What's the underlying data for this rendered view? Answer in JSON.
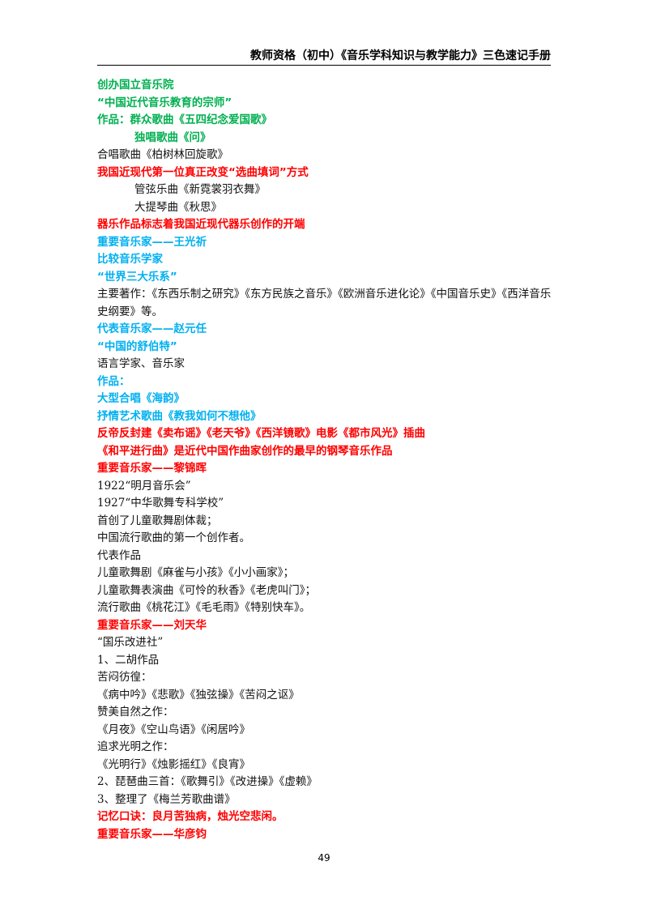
{
  "header": {
    "title": "教师资格（初中）《音乐学科知识与教学能力》三色速记手册"
  },
  "lines": [
    {
      "text": "创办国立音乐院",
      "color": "green",
      "bold": true
    },
    {
      "text": "“中国近代音乐教育的宗师”",
      "color": "green",
      "bold": true
    },
    {
      "text": "作品：群众歌曲《五四纪念爱国歌》",
      "color": "green",
      "bold": true
    },
    {
      "text": "独唱歌曲《问》",
      "color": "green",
      "bold": true,
      "indent": true
    },
    {
      "text": "合唱歌曲《柏树林回旋歌》",
      "color": "black",
      "bold": false
    },
    {
      "text": "我国近现代第一位真正改变“选曲填词”方式",
      "color": "red",
      "bold": true
    },
    {
      "text": "管弦乐曲《新霓裳羽衣舞》",
      "color": "black",
      "bold": false,
      "indent": true
    },
    {
      "text": "大提琴曲《秋思》",
      "color": "black",
      "bold": false,
      "indent": true
    },
    {
      "text": "器乐作品标志着我国近现代器乐创作的开端",
      "color": "red",
      "bold": true
    },
    {
      "text": "重要音乐家——王光祈",
      "color": "blue",
      "bold": true
    },
    {
      "text": "比较音乐学家",
      "color": "blue",
      "bold": true
    },
    {
      "text": "“世界三大乐系”",
      "color": "blue",
      "bold": true
    },
    {
      "text": "主要著作：《东西乐制之研究》《东方民族之音乐》《欧洲音乐进化论》《中国音乐史》《西洋音乐史纲要》等。",
      "color": "black",
      "bold": false,
      "wrap": true
    },
    {
      "text": "代表音乐家——赵元任",
      "color": "blue",
      "bold": true
    },
    {
      "text": "“中国的舒伯特”",
      "color": "blue",
      "bold": true
    },
    {
      "text": "语言学家、音乐家",
      "color": "black",
      "bold": false
    },
    {
      "text": "作品：",
      "color": "blue",
      "bold": true
    },
    {
      "text": "大型合唱《海韵》",
      "color": "blue",
      "bold": true
    },
    {
      "text": "抒情艺术歌曲《教我如何不想他》",
      "color": "blue",
      "bold": true
    },
    {
      "text": "反帝反封建《卖布谣》《老天爷》《西洋镜歌》电影《都市风光》插曲",
      "color": "red",
      "bold": true
    },
    {
      "text": "《和平进行曲》是近代中国作曲家创作的最早的钢琴音乐作品",
      "color": "red",
      "bold": true
    },
    {
      "text": "重要音乐家——黎锦晖",
      "color": "red",
      "bold": true
    },
    {
      "text": "1922“明月音乐会”",
      "color": "black",
      "bold": false
    },
    {
      "text": "1927“中华歌舞专科学校”",
      "color": "black",
      "bold": false
    },
    {
      "text": "首创了儿童歌舞剧体裁；",
      "color": "black",
      "bold": false
    },
    {
      "text": "中国流行歌曲的第一个创作者。",
      "color": "black",
      "bold": false
    },
    {
      "text": "代表作品",
      "color": "black",
      "bold": false
    },
    {
      "text": "儿童歌舞剧《麻雀与小孩》《小小画家》；",
      "color": "black",
      "bold": false
    },
    {
      "text": "儿童歌舞表演曲《可怜的秋香》《老虎叫门》；",
      "color": "black",
      "bold": false
    },
    {
      "text": "流行歌曲《桃花江》《毛毛雨》《特别快车》。",
      "color": "black",
      "bold": false
    },
    {
      "text": "重要音乐家——刘天华",
      "color": "red",
      "bold": true
    },
    {
      "text": "“国乐改进社”",
      "color": "black",
      "bold": false
    },
    {
      "text": "1、二胡作品",
      "color": "black",
      "bold": false
    },
    {
      "text": "苦闷彷徨：",
      "color": "black",
      "bold": false
    },
    {
      "text": "《病中吟》《悲歌》《独弦操》《苦闷之讴》",
      "color": "black",
      "bold": false
    },
    {
      "text": "赞美自然之作：",
      "color": "black",
      "bold": false
    },
    {
      "text": "《月夜》《空山鸟语》《闲居吟》",
      "color": "black",
      "bold": false
    },
    {
      "text": "追求光明之作：",
      "color": "black",
      "bold": false
    },
    {
      "text": "《光明行》《烛影摇红》《良宵》",
      "color": "black",
      "bold": false
    },
    {
      "text": "2、琵琶曲三首：《歌舞引》《改进操》《虚赖》",
      "color": "black",
      "bold": false
    },
    {
      "text": "3、整理了《梅兰芳歌曲谱》",
      "color": "black",
      "bold": false
    },
    {
      "text": "记忆口诀：良月苦独病，烛光空悲闲。",
      "color": "red",
      "bold": true
    },
    {
      "text": "重要音乐家——华彦钧",
      "color": "red",
      "bold": true
    }
  ],
  "footer": {
    "page_number": "49"
  }
}
